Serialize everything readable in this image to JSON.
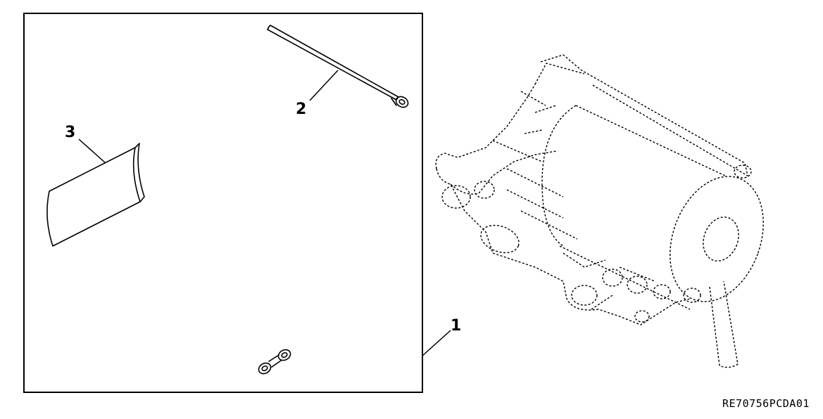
{
  "callouts": {
    "kit": "1",
    "cable_tie": "2",
    "label_sheet": "3"
  },
  "reference_code": "RE70756PCDA01"
}
